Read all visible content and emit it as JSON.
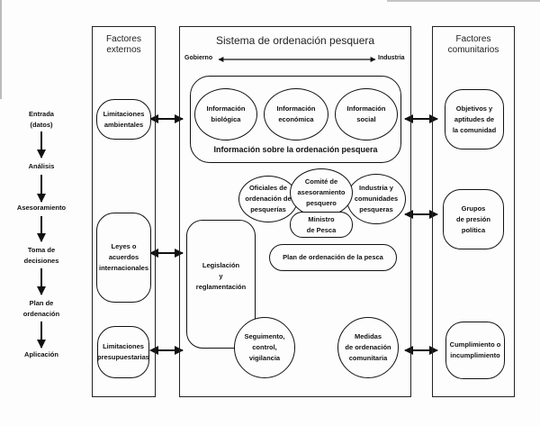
{
  "process_steps": [
    {
      "label": "Entrada\n(datos)"
    },
    {
      "label": "Análisis"
    },
    {
      "label": "Asesoramiento"
    },
    {
      "label": "Toma de\ndecisiones"
    },
    {
      "label": "Plan de\nordenación"
    },
    {
      "label": "Aplicación"
    }
  ],
  "external_factors": {
    "title": "Factores\nexternos",
    "items": [
      "Limitaciones\nambientales",
      "Leyes o\nacuerdos\ninternacionales",
      "Limitaciones\npresupuestarias"
    ]
  },
  "system": {
    "title": "Sistema de ordenación pesquera",
    "axis_left": "Gobierno",
    "axis_right": "Industria",
    "info_group": {
      "caption": "Información sobre la ordenación pesquera",
      "items": [
        "Información\nbiológica",
        "Información\neconómica",
        "Información\nsocial"
      ]
    },
    "actors": {
      "officials": "Oficiales de\nordenación de\npesquerías",
      "committee": "Comité de\nasesoramiento\npesquero",
      "industry": "Industria y\ncomunidades\npesqueras",
      "minister": "Ministro\nde Pesca"
    },
    "plan": "Plan de ordenación de la pesca",
    "legislation": "Legislación\ny\nreglamentación",
    "monitoring": "Seguimento,\ncontrol,\nvigilancia",
    "community_measures": "Medidas\nde ordenación\ncomunitaria"
  },
  "community_factors": {
    "title": "Factores\ncomunitarios",
    "items": [
      "Objetivos y\naptitudes de\nla comunidad",
      "Grupos\nde presión\npolítica",
      "Cumplimiento o\nincumplimiento"
    ]
  }
}
